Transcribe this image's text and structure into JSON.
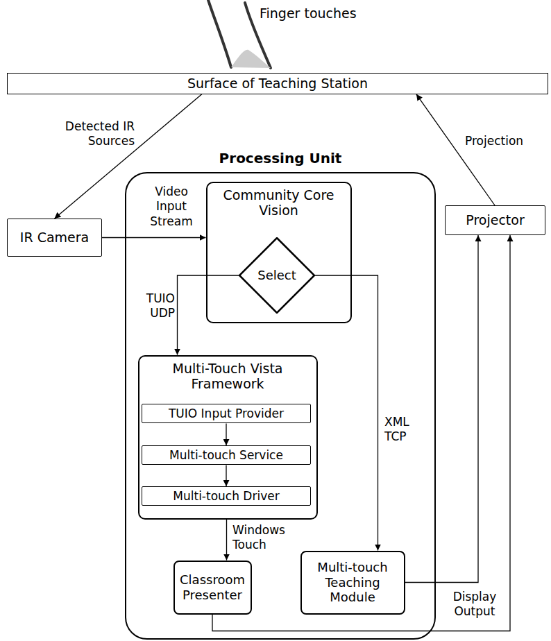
{
  "diagram": {
    "nodes": [
      {
        "text": [
          "Surface of Teaching Station"
        ]
      },
      {
        "text": [
          "IR Camera"
        ]
      },
      {
        "text": [
          "Processing Unit"
        ]
      },
      {
        "text": [
          "Community Core Vision"
        ],
        "in": 2
      },
      {
        "text": [
          "Select"
        ],
        "in": 3
      },
      {
        "text": [
          "Multi-Touch Vista Framework"
        ],
        "in": 2
      },
      {
        "text": [
          "TUIO Input Provider"
        ],
        "in": 5
      },
      {
        "text": [
          "Multi-touch Service"
        ],
        "in": 5
      },
      {
        "text": [
          "Multi-touch Driver"
        ],
        "in": 5
      },
      {
        "text": [
          "Classroom Presenter"
        ],
        "in": 2
      },
      {
        "text": [
          "Multi-touch Teaching Module"
        ],
        "in": 2
      },
      {
        "text": [
          "Projector"
        ]
      }
    ],
    "edges": [
      {
        "from": 0,
        "to": 1,
        "label": "Detected IR Sources",
        "arrow": "to"
      },
      {
        "from": 1,
        "to": 3,
        "label": "Video Input Stream",
        "arrow": "to"
      },
      {
        "from": 4,
        "to": 5,
        "label": "TUIO UDP",
        "arrow": "to"
      },
      {
        "from": 4,
        "to": 10,
        "label": "XML TCP",
        "arrow": "to"
      },
      {
        "from": 6,
        "to": 7,
        "arrow": "to"
      },
      {
        "from": 7,
        "to": 8,
        "arrow": "to"
      },
      {
        "from": 5,
        "to": 9,
        "label": "Windows Touch",
        "arrow": "to"
      },
      {
        "from": 10,
        "to": 11,
        "arrow": "to"
      },
      {
        "from": 9,
        "to": 11,
        "label": "Display Output",
        "arrow": "to"
      },
      {
        "from": 11,
        "to": 0,
        "label": "Projection",
        "arrow": "to"
      }
    ],
    "labels": [
      "Finger touches"
    ]
  }
}
